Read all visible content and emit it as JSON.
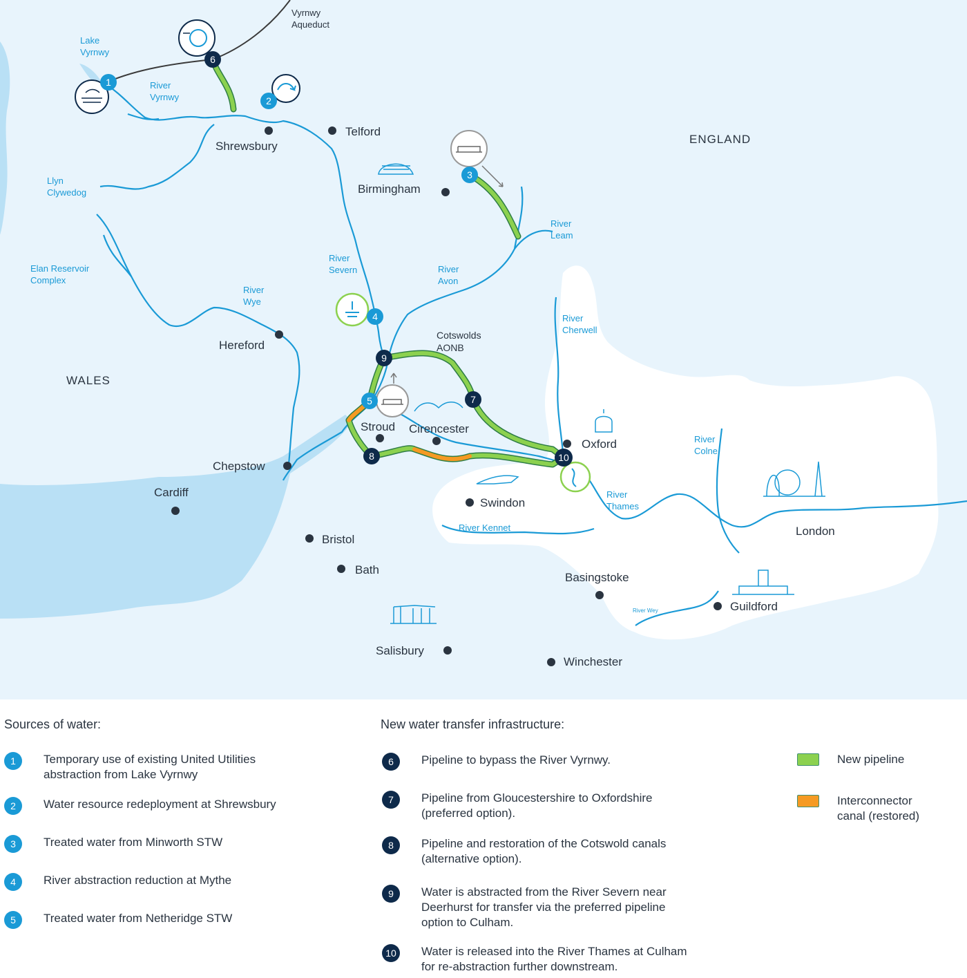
{
  "map": {
    "regions": {
      "england": "ENGLAND",
      "wales": "WALES"
    },
    "cities": {
      "shrewsbury": "Shrewsbury",
      "telford": "Telford",
      "birmingham": "Birmingham",
      "hereford": "Hereford",
      "stroud": "Stroud",
      "cirencester": "Cirencester",
      "oxford": "Oxford",
      "chepstow": "Chepstow",
      "cardiff": "Cardiff",
      "swindon": "Swindon",
      "bristol": "Bristol",
      "bath": "Bath",
      "london": "London",
      "basingstoke": "Basingstoke",
      "guildford": "Guildford",
      "salisbury": "Salisbury",
      "winchester": "Winchester"
    },
    "water_labels": {
      "lake_vyrnwy": [
        "Lake",
        "Vyrnwy"
      ],
      "vyrnwy_aqueduct": [
        "Vyrnwy",
        "Aqueduct"
      ],
      "river_vyrnwy": [
        "River",
        "Vyrnwy"
      ],
      "llyn_clywedog": [
        "Llyn",
        "Clywedog"
      ],
      "elan": [
        "Elan Reservoir",
        "Complex"
      ],
      "river_wye": [
        "River",
        "Wye"
      ],
      "river_severn": [
        "River",
        "Severn"
      ],
      "river_avon": [
        "River",
        "Avon"
      ],
      "river_leam": [
        "River",
        "Leam"
      ],
      "river_cherwell": [
        "River",
        "Cherwell"
      ],
      "river_colne": [
        "River",
        "Colne"
      ],
      "river_thames": [
        "River",
        "Thames"
      ],
      "river_kennet": "River Kennet",
      "river_wey": "River Wey"
    },
    "aonb": [
      "Cotswolds",
      "AONB"
    ],
    "markers": [
      "1",
      "2",
      "3",
      "4",
      "5",
      "6",
      "7",
      "8",
      "9",
      "10"
    ],
    "colors": {
      "land": "#e8f4fc",
      "thames_land": "#ffffff",
      "sea": "#b9e0f5",
      "river": "#1a9ad6",
      "pipeline": "#8cd14f",
      "pipeline_outline": "#2e7d46",
      "canal": "#f59a23",
      "marker_light": "#1a9ad6",
      "marker_dark": "#0e2a4a"
    }
  },
  "legend": {
    "sources_title": "Sources of water:",
    "infra_title": "New water transfer infrastructure:",
    "sources": [
      {
        "num": "1",
        "text": "Temporary use of existing United Utilities\nabstraction from Lake Vyrnwy"
      },
      {
        "num": "2",
        "text": "Water resource redeployment at Shrewsbury"
      },
      {
        "num": "3",
        "text": "Treated water from Minworth STW"
      },
      {
        "num": "4",
        "text": "River abstraction reduction at Mythe"
      },
      {
        "num": "5",
        "text": "Treated water from Netheridge STW"
      }
    ],
    "infra": [
      {
        "num": "6",
        "text": "Pipeline to bypass the River Vyrnwy."
      },
      {
        "num": "7",
        "text": "Pipeline from Gloucestershire to Oxfordshire\n(preferred option)."
      },
      {
        "num": "8",
        "text": "Pipeline and restoration of the Cotswold canals\n(alternative option)."
      },
      {
        "num": "9",
        "text": "Water is abstracted from the River Severn near\nDeerhurst for transfer via the preferred pipeline\noption to Culham."
      },
      {
        "num": "10",
        "text": "Water is released into the River Thames at Culham\nfor re-abstraction further downstream."
      }
    ],
    "key": {
      "pipeline": "New pipeline",
      "canal": "Interconnector\ncanal (restored)"
    }
  }
}
